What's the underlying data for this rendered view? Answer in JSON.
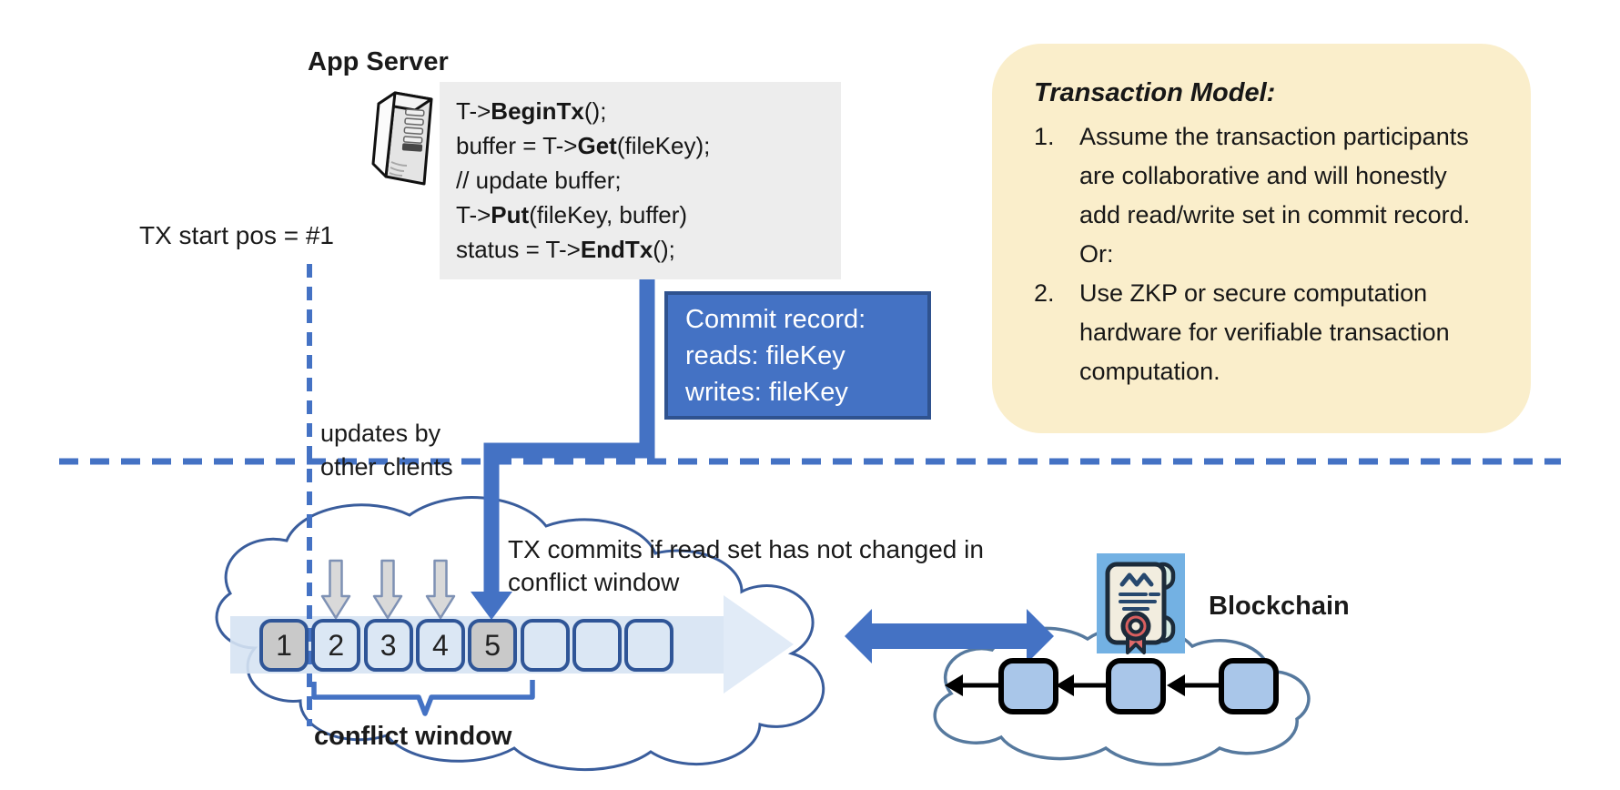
{
  "colors": {
    "accent_blue": "#4472C4",
    "commit_border": "#2F528F",
    "box_border": "#2F5597",
    "box_fill": "#DBE7F4",
    "box_fill_grey": "#C9C9C9",
    "note_bg": "#FAEECB",
    "code_bg": "#EDEDED",
    "cloud_stroke": "#3A5D9C",
    "blockchain_cloud_stroke": "#56799E",
    "block_fill": "#A9C6E9"
  },
  "app_server": {
    "label": "App Server"
  },
  "code_block": {
    "lines": [
      [
        {
          "t": "T->"
        },
        {
          "t": "BeginTx",
          "b": true
        },
        {
          "t": "();"
        }
      ],
      [
        {
          "t": "buffer = T->"
        },
        {
          "t": "Get",
          "b": true
        },
        {
          "t": "(fileKey);"
        }
      ],
      [
        {
          "t": "// update buffer;"
        }
      ],
      [
        {
          "t": "T->"
        },
        {
          "t": "Put",
          "b": true
        },
        {
          "t": "(fileKey, buffer)"
        }
      ],
      [
        {
          "t": "status = T->"
        },
        {
          "t": "EndTx",
          "b": true
        },
        {
          "t": "();"
        }
      ]
    ]
  },
  "commit_record": {
    "lines": [
      "Commit record:",
      "reads: fileKey",
      "writes: fileKey"
    ]
  },
  "note": {
    "title": "Transaction Model:",
    "items": [
      {
        "num": "1.",
        "text": "Assume the transaction participants are collaborative and will honestly add read/write set in commit record.  Or:"
      },
      {
        "num": "2.",
        "text": "Use ZKP or secure computation hardware for verifiable transaction computation."
      }
    ]
  },
  "labels": {
    "tx_start": "TX start pos = #1",
    "updates": "updates by other clients",
    "tx_commits": "TX commits if read set has not changed in conflict window",
    "conflict_window": "conflict window",
    "blockchain": "Blockchain"
  },
  "timeline": {
    "boxes": [
      {
        "label": "1",
        "highlight": true
      },
      {
        "label": "2",
        "highlight": false
      },
      {
        "label": "3",
        "highlight": false
      },
      {
        "label": "4",
        "highlight": false
      },
      {
        "label": "5",
        "highlight": true
      },
      {
        "label": "",
        "highlight": false
      },
      {
        "label": "",
        "highlight": false
      },
      {
        "label": "",
        "highlight": false
      }
    ]
  }
}
